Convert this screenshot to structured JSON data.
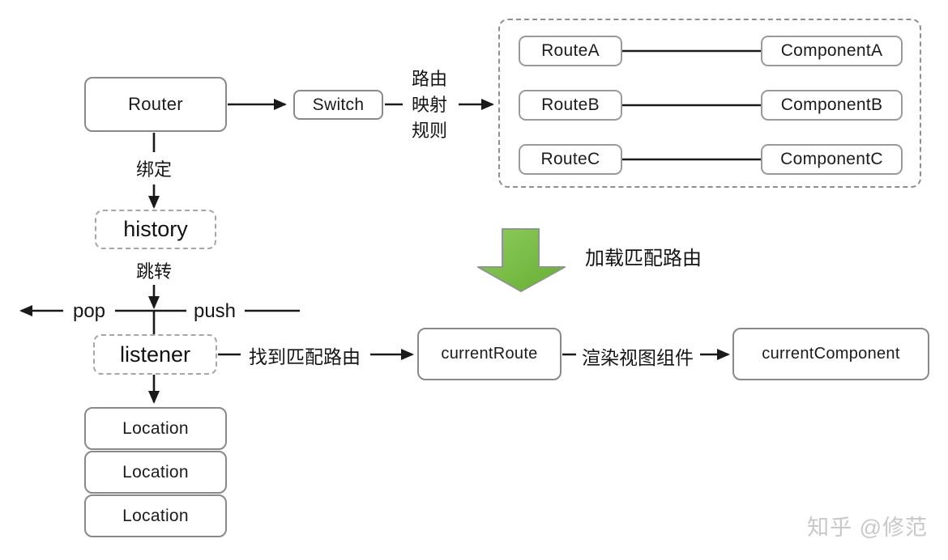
{
  "diagram": {
    "nodes": {
      "router": "Router",
      "switch": "Switch",
      "route_a": "RouteA",
      "route_b": "RouteB",
      "route_c": "RouteC",
      "component_a": "ComponentA",
      "component_b": "ComponentB",
      "component_c": "ComponentC",
      "history": "history",
      "listener": "listener",
      "current_route": "currentRoute",
      "current_component": "currentComponent",
      "location_1": "Location",
      "location_2": "Location",
      "location_3": "Location"
    },
    "labels": {
      "route_mapping_rules": "路由\n映射\n规则",
      "bind": "绑定",
      "jump": "跳转",
      "pop": "pop",
      "push": "push",
      "find_matching_route": "找到匹配路由",
      "render_view_component": "渲染视图组件",
      "load_matching_route": "加载匹配路由"
    },
    "colors": {
      "line": "#1a1a1a",
      "box_border": "#898989",
      "dashed_border": "#a6a6a6",
      "green_arrow_light": "#8fcc5d",
      "green_arrow_dark": "#66ae33",
      "green_arrow_stroke": "#8b9a85",
      "watermark": "#c8c8c8"
    },
    "watermark": "知乎 @修范"
  }
}
